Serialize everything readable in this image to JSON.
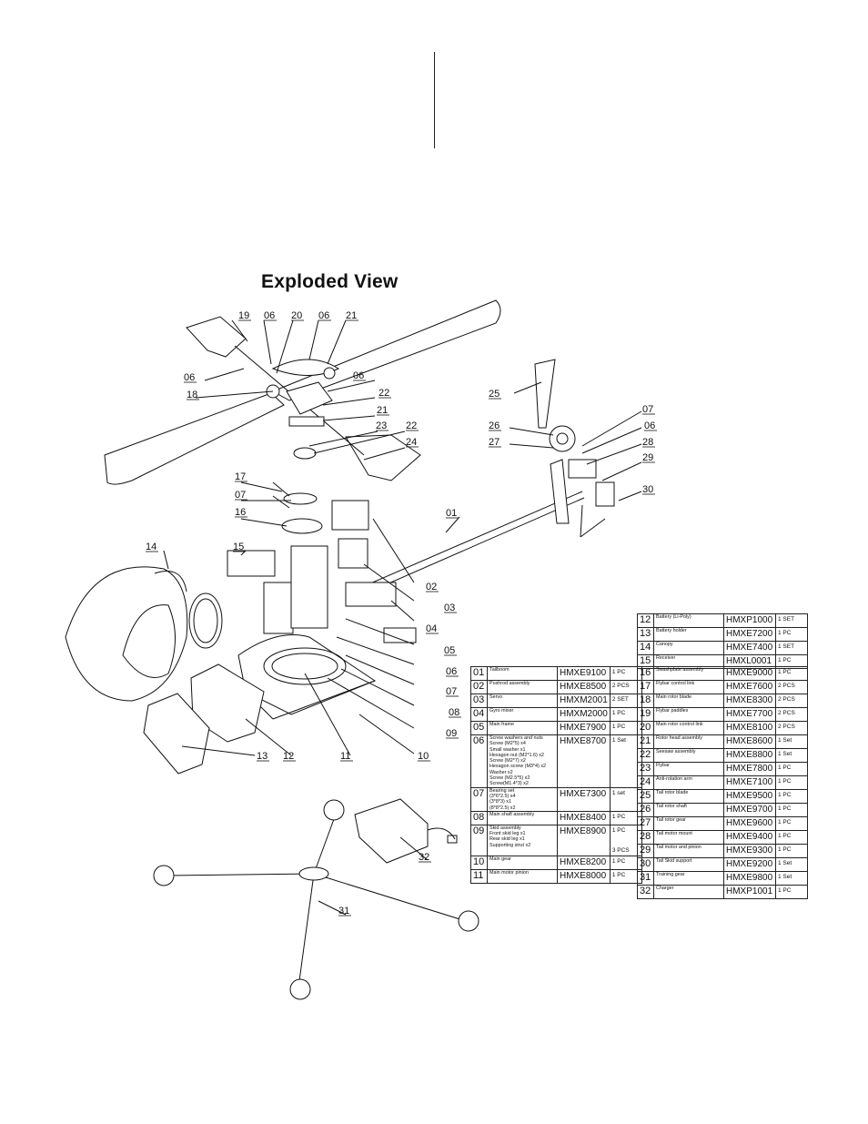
{
  "title": "Exploded View",
  "callouts": [
    "19",
    "06",
    "20",
    "06",
    "21",
    "06",
    "18",
    "06",
    "22",
    "21",
    "23",
    "22",
    "24",
    "17",
    "07",
    "16",
    "14",
    "15",
    "25",
    "07",
    "26",
    "06",
    "27",
    "28",
    "29",
    "30",
    "01",
    "02",
    "03",
    "04",
    "05",
    "06",
    "07",
    "08",
    "09",
    "10",
    "11",
    "12",
    "13",
    "32",
    "31"
  ],
  "parts_left": [
    {
      "no": "01",
      "name": "Tailboom",
      "code": "HMXE9100",
      "qty": "1 PC"
    },
    {
      "no": "02",
      "name": "Pushrod assembly",
      "code": "HMXE8500",
      "qty": "2 PCS"
    },
    {
      "no": "03",
      "name": "Servo",
      "code": "HMXM2001",
      "qty": "2 SET"
    },
    {
      "no": "04",
      "name": "Gyro mixer",
      "code": "HMXM2000",
      "qty": "1 PC"
    },
    {
      "no": "05",
      "name": "Main frame",
      "code": "HMXE7900",
      "qty": "1 PC"
    },
    {
      "no": "06",
      "name": "Screw washers and nuts\nScrew (M2*5) x4\nSmall washer x1\nHexagon nut (M2*1.6) x2\nScrew  (M2*7) x2\nHexagon screw (M3*4) x2\nWasher x2\nScrew (M2.5*5) x2\nScrew(M1.4*3) x2",
      "code": "HMXE8700",
      "qty": "1 Set"
    },
    {
      "no": "07",
      "name": "Bearing set\n(3*6*2.5) x4\n(3*8*3) x1\n(8*8*2.5) x2",
      "code": "HMXE7300",
      "qty": "1 set"
    },
    {
      "no": "08",
      "name": "Main shaft assembly",
      "code": "HMXE8400",
      "qty": "1 PC"
    },
    {
      "no": "09",
      "name": "Skid assembly\nFront skid leg x1\nRear skid leg x1\nSupporting strut x2",
      "code": "HMXE8900",
      "qty": "1 PC\n\n3 PCS"
    },
    {
      "no": "10",
      "name": "Main gear",
      "code": "HMXE8200",
      "qty": "1 PC"
    },
    {
      "no": "11",
      "name": "Main motor pinion",
      "code": "HMXE8000",
      "qty": "1 PC"
    }
  ],
  "parts_right": [
    {
      "no": "12",
      "name": "Battery (Li-Poly)",
      "code": "HMXP1000",
      "qty": "1 SET"
    },
    {
      "no": "13",
      "name": "Battery holder",
      "code": "HMXE7200",
      "qty": "1 PC"
    },
    {
      "no": "14",
      "name": "Canopy",
      "code": "HMXE7400",
      "qty": "1 SET"
    },
    {
      "no": "15",
      "name": "Receiver",
      "code": "HMXL0001",
      "qty": "1 PC"
    },
    {
      "no": "16",
      "name": "Swashplate assembly",
      "code": "HMXE9000",
      "qty": "1 PC"
    },
    {
      "no": "17",
      "name": "Flybar control link",
      "code": "HMXE7600",
      "qty": "2 PCS"
    },
    {
      "no": "18",
      "name": "Main rotor blade",
      "code": "HMXE8300",
      "qty": "2 PCS"
    },
    {
      "no": "19",
      "name": "Flybar paddles",
      "code": "HMXE7700",
      "qty": "2 PCS"
    },
    {
      "no": "20",
      "name": "Main rotor control link",
      "code": "HMXE8100",
      "qty": "2 PCS"
    },
    {
      "no": "21",
      "name": "Rotor head assembly",
      "code": "HMXE8600",
      "qty": "1 Set"
    },
    {
      "no": "22",
      "name": "Seesaw assembly",
      "code": "HMXE8800",
      "qty": "1 Set"
    },
    {
      "no": "23",
      "name": "Flybar",
      "code": "HMXE7800",
      "qty": "1 PC"
    },
    {
      "no": "24",
      "name": "Anti-rotation arm",
      "code": "HMXE7100",
      "qty": "1 PC"
    },
    {
      "no": "25",
      "name": "Tail rotor blade",
      "code": "HMXE9500",
      "qty": "1 PC"
    },
    {
      "no": "26",
      "name": "Tail rotor shaft",
      "code": "HMXE9700",
      "qty": "1 PC"
    },
    {
      "no": "27",
      "name": "Tail rotor gear",
      "code": "HMXE9600",
      "qty": "1 PC"
    },
    {
      "no": "28",
      "name": "Tail motor mount",
      "code": "HMXE9400",
      "qty": "1 PC"
    },
    {
      "no": "29",
      "name": "Tail motor and pinion",
      "code": "HMXE9300",
      "qty": "1 PC"
    },
    {
      "no": "30",
      "name": "Tail Skid support",
      "code": "HMXE9200",
      "qty": "1 Set"
    },
    {
      "no": "31",
      "name": "Training gear",
      "code": "HMXE9800",
      "qty": "1 Set"
    },
    {
      "no": "32",
      "name": "Charger",
      "code": "HMXP1001",
      "qty": "1 PC"
    }
  ]
}
